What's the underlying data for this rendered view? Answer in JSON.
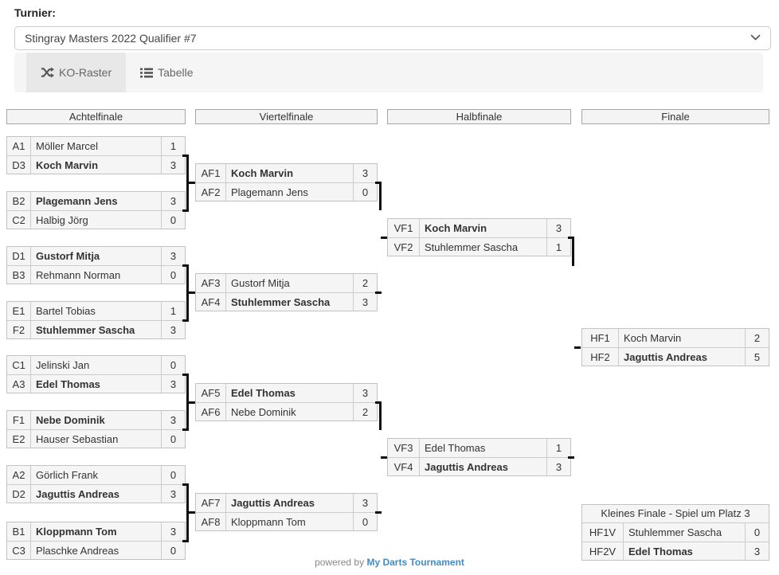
{
  "toolbar": {
    "tournament_label": "Turnier:",
    "tournament_select": {
      "value": "Stingray Masters 2022 Qualifier #7"
    },
    "tabs": [
      {
        "label": "KO-Raster",
        "active": true
      },
      {
        "label": "Tabelle",
        "active": false
      }
    ]
  },
  "bracket": {
    "round_titles": [
      "Achtelfinale",
      "Viertelfinale",
      "Halbfinale",
      "Finale"
    ],
    "achtelfinale": [
      {
        "rows": [
          {
            "code": "A1",
            "name": "Möller Marcel",
            "score": "1",
            "winner": false
          },
          {
            "code": "D3",
            "name": "Koch Marvin",
            "score": "3",
            "winner": true
          }
        ]
      },
      {
        "rows": [
          {
            "code": "B2",
            "name": "Plagemann Jens",
            "score": "3",
            "winner": true
          },
          {
            "code": "C2",
            "name": "Halbig Jörg",
            "score": "0",
            "winner": false
          }
        ]
      },
      {
        "rows": [
          {
            "code": "D1",
            "name": "Gustorf Mitja",
            "score": "3",
            "winner": true
          },
          {
            "code": "B3",
            "name": "Rehmann Norman",
            "score": "0",
            "winner": false
          }
        ]
      },
      {
        "rows": [
          {
            "code": "E1",
            "name": "Bartel Tobias",
            "score": "1",
            "winner": false
          },
          {
            "code": "F2",
            "name": "Stuhlemmer Sascha",
            "score": "3",
            "winner": true
          }
        ]
      },
      {
        "rows": [
          {
            "code": "C1",
            "name": "Jelinski Jan",
            "score": "0",
            "winner": false
          },
          {
            "code": "A3",
            "name": "Edel Thomas",
            "score": "3",
            "winner": true
          }
        ]
      },
      {
        "rows": [
          {
            "code": "F1",
            "name": "Nebe Dominik",
            "score": "3",
            "winner": true
          },
          {
            "code": "E2",
            "name": "Hauser Sebastian",
            "score": "0",
            "winner": false
          }
        ]
      },
      {
        "rows": [
          {
            "code": "A2",
            "name": "Görlich Frank",
            "score": "0",
            "winner": false
          },
          {
            "code": "D2",
            "name": "Jaguttis Andreas",
            "score": "3",
            "winner": true
          }
        ]
      },
      {
        "rows": [
          {
            "code": "B1",
            "name": "Kloppmann Tom",
            "score": "3",
            "winner": true
          },
          {
            "code": "C3",
            "name": "Plaschke Andreas",
            "score": "0",
            "winner": false
          }
        ]
      }
    ],
    "viertelfinale": [
      {
        "rows": [
          {
            "code": "AF1",
            "name": "Koch Marvin",
            "score": "3",
            "winner": true
          },
          {
            "code": "AF2",
            "name": "Plagemann Jens",
            "score": "0",
            "winner": false
          }
        ]
      },
      {
        "rows": [
          {
            "code": "AF3",
            "name": "Gustorf Mitja",
            "score": "2",
            "winner": false
          },
          {
            "code": "AF4",
            "name": "Stuhlemmer Sascha",
            "score": "3",
            "winner": true
          }
        ]
      },
      {
        "rows": [
          {
            "code": "AF5",
            "name": "Edel Thomas",
            "score": "3",
            "winner": true
          },
          {
            "code": "AF6",
            "name": "Nebe Dominik",
            "score": "2",
            "winner": false
          }
        ]
      },
      {
        "rows": [
          {
            "code": "AF7",
            "name": "Jaguttis Andreas",
            "score": "3",
            "winner": true
          },
          {
            "code": "AF8",
            "name": "Kloppmann Tom",
            "score": "0",
            "winner": false
          }
        ]
      }
    ],
    "halbfinale": [
      {
        "rows": [
          {
            "code": "VF1",
            "name": "Koch Marvin",
            "score": "3",
            "winner": true
          },
          {
            "code": "VF2",
            "name": "Stuhlemmer Sascha",
            "score": "1",
            "winner": false
          }
        ]
      },
      {
        "rows": [
          {
            "code": "VF3",
            "name": "Edel Thomas",
            "score": "1",
            "winner": false
          },
          {
            "code": "VF4",
            "name": "Jaguttis Andreas",
            "score": "3",
            "winner": true
          }
        ]
      }
    ],
    "finale": [
      {
        "rows": [
          {
            "code": "HF1",
            "name": "Koch Marvin",
            "score": "2",
            "winner": false
          },
          {
            "code": "HF2",
            "name": "Jaguttis Andreas",
            "score": "5",
            "winner": true
          }
        ]
      }
    ],
    "third_place": {
      "title": "Kleines Finale - Spiel um Platz 3",
      "rows": [
        {
          "code": "HF1V",
          "name": "Stuhlemmer Sascha",
          "score": "0",
          "winner": false
        },
        {
          "code": "HF2V",
          "name": "Edel Thomas",
          "score": "3",
          "winner": true
        }
      ]
    }
  },
  "footer": {
    "prefix": "powered by",
    "brand": "My Darts Tournament"
  },
  "colors": {
    "cell_bg": "#f5f5f5",
    "cell_border": "#cccccc",
    "tab_bar_bg": "#f5f5f5",
    "tab_active_bg": "#e8e8e8",
    "connector": "#111111",
    "link_blue": "#428bca"
  }
}
